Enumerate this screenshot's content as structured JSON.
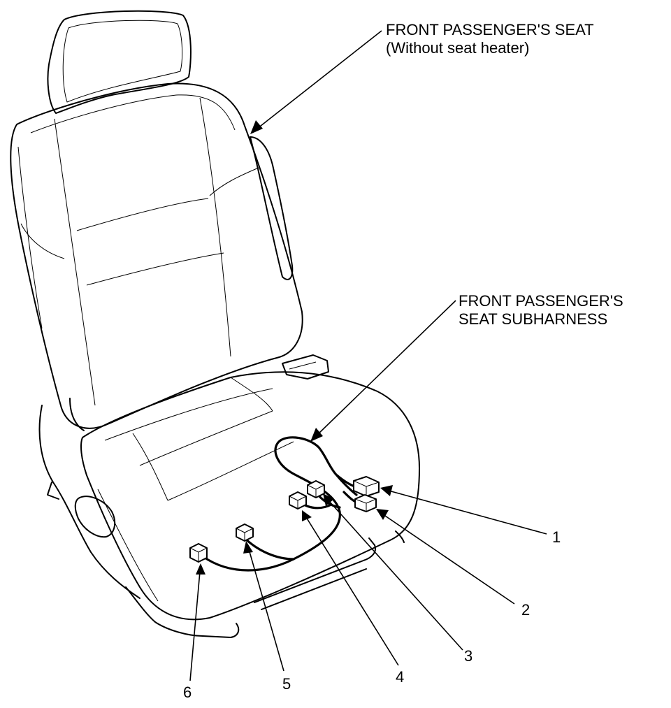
{
  "labels": {
    "seat_line1": "FRONT PASSENGER'S SEAT",
    "seat_line2": "(Without seat heater)",
    "harness_line1": "FRONT PASSENGER'S",
    "harness_line2": "SEAT SUBHARNESS"
  },
  "callouts": [
    "1",
    "2",
    "3",
    "4",
    "5",
    "6"
  ]
}
